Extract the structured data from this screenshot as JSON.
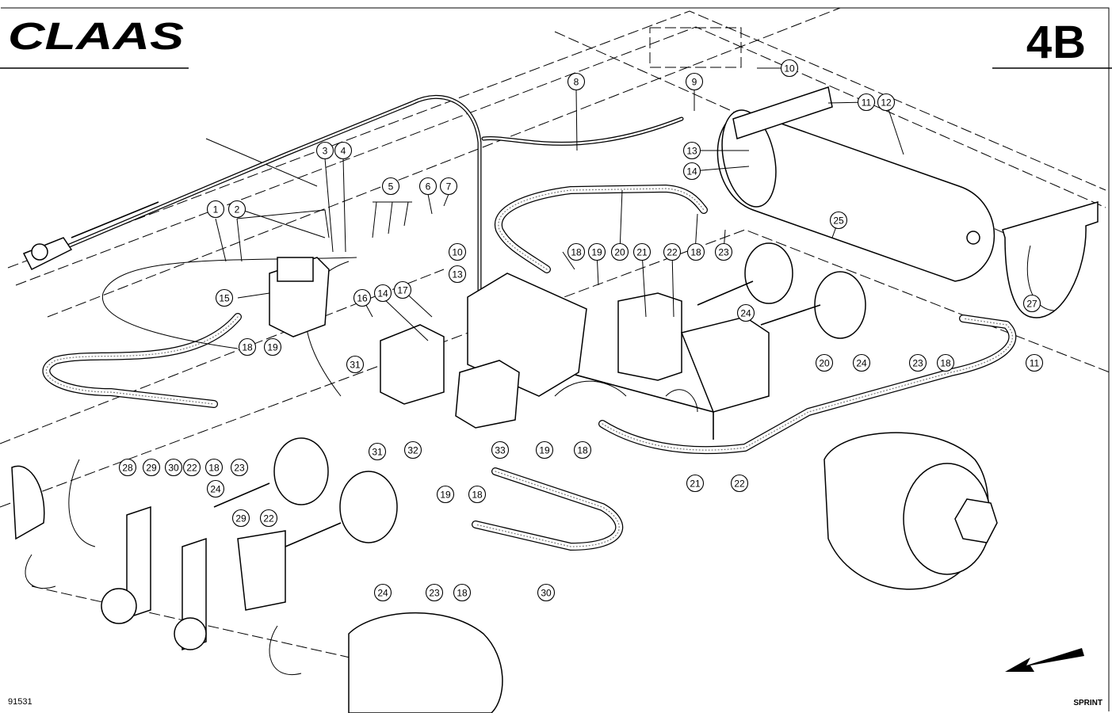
{
  "brand": {
    "logo_text": "CLAAS"
  },
  "page_id": "4B",
  "drawing_number": "91531",
  "model": "SPRINT",
  "callouts": [
    {
      "key": "c1",
      "label": "1"
    },
    {
      "key": "c2",
      "label": "2"
    },
    {
      "key": "c3",
      "label": "3"
    },
    {
      "key": "c4",
      "label": "4"
    },
    {
      "key": "c5",
      "label": "5"
    },
    {
      "key": "c6",
      "label": "6"
    },
    {
      "key": "c7",
      "label": "7"
    },
    {
      "key": "c8",
      "label": "8"
    },
    {
      "key": "c9",
      "label": "9"
    },
    {
      "key": "c10a",
      "label": "10"
    },
    {
      "key": "c10b",
      "label": "10"
    },
    {
      "key": "c11a",
      "label": "11"
    },
    {
      "key": "c11b",
      "label": "11"
    },
    {
      "key": "c12",
      "label": "12"
    },
    {
      "key": "c13a",
      "label": "13"
    },
    {
      "key": "c13b",
      "label": "13"
    },
    {
      "key": "c14a",
      "label": "14"
    },
    {
      "key": "c14b",
      "label": "14"
    },
    {
      "key": "c15",
      "label": "15"
    },
    {
      "key": "c16",
      "label": "16"
    },
    {
      "key": "c17",
      "label": "17"
    },
    {
      "key": "c18a",
      "label": "18"
    },
    {
      "key": "c18b",
      "label": "18"
    },
    {
      "key": "c18c",
      "label": "18"
    },
    {
      "key": "c18d",
      "label": "18"
    },
    {
      "key": "c18e",
      "label": "18"
    },
    {
      "key": "c18f",
      "label": "18"
    },
    {
      "key": "c18g",
      "label": "18"
    },
    {
      "key": "c18h",
      "label": "18"
    },
    {
      "key": "c19a",
      "label": "19"
    },
    {
      "key": "c19b",
      "label": "19"
    },
    {
      "key": "c19c",
      "label": "19"
    },
    {
      "key": "c19d",
      "label": "19"
    },
    {
      "key": "c20a",
      "label": "20"
    },
    {
      "key": "c20b",
      "label": "20"
    },
    {
      "key": "c21a",
      "label": "21"
    },
    {
      "key": "c21b",
      "label": "21"
    },
    {
      "key": "c22a",
      "label": "22"
    },
    {
      "key": "c22b",
      "label": "22"
    },
    {
      "key": "c22c",
      "label": "22"
    },
    {
      "key": "c22d",
      "label": "22"
    },
    {
      "key": "c23a",
      "label": "23"
    },
    {
      "key": "c23b",
      "label": "23"
    },
    {
      "key": "c23c",
      "label": "23"
    },
    {
      "key": "c23d",
      "label": "23"
    },
    {
      "key": "c24a",
      "label": "24"
    },
    {
      "key": "c24b",
      "label": "24"
    },
    {
      "key": "c24c",
      "label": "24"
    },
    {
      "key": "c24d",
      "label": "24"
    },
    {
      "key": "c25",
      "label": "25"
    },
    {
      "key": "c27",
      "label": "27"
    },
    {
      "key": "c28",
      "label": "28"
    },
    {
      "key": "c29a",
      "label": "29"
    },
    {
      "key": "c29b",
      "label": "29"
    },
    {
      "key": "c30a",
      "label": "30"
    },
    {
      "key": "c30b",
      "label": "30"
    },
    {
      "key": "c31a",
      "label": "31"
    },
    {
      "key": "c31b",
      "label": "31"
    },
    {
      "key": "c32",
      "label": "32"
    },
    {
      "key": "c33",
      "label": "33"
    }
  ],
  "icons": {
    "direction_arrow": "left-down-arrow-icon",
    "logo": "claas-logo"
  }
}
